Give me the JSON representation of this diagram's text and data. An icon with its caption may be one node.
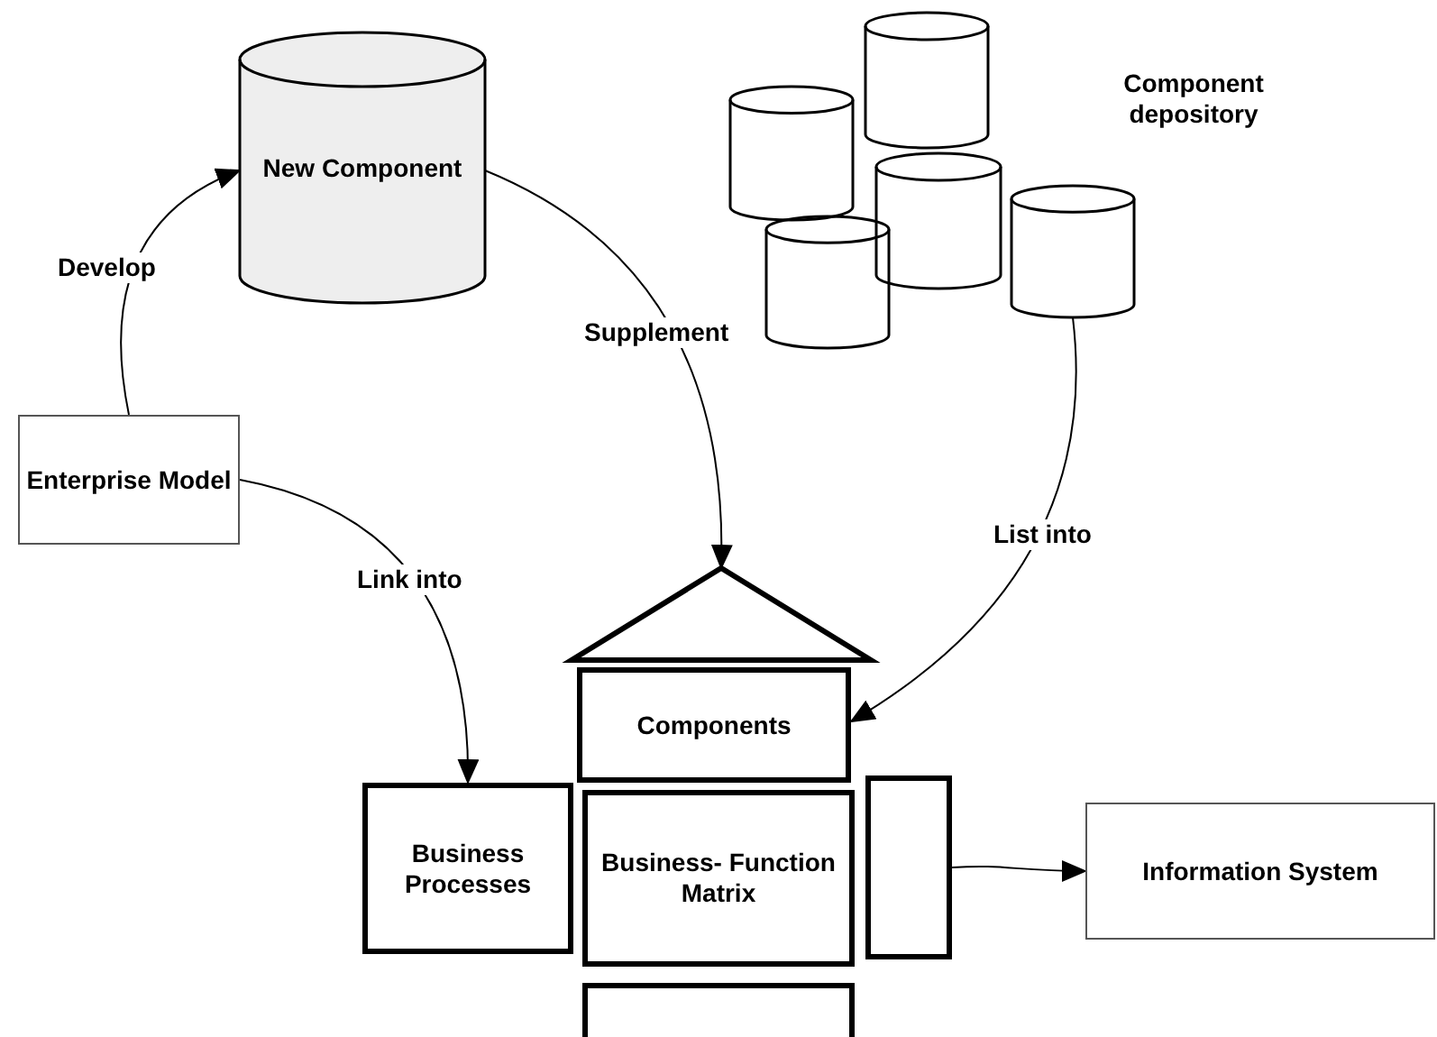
{
  "diagram": {
    "nodes": [
      {
        "text": [
          "New Component"
        ]
      },
      {
        "text": [],
        "shape": "cylinder"
      },
      {
        "text": [],
        "shape": "cylinder"
      },
      {
        "text": [],
        "shape": "cylinder"
      },
      {
        "text": [],
        "shape": "cylinder"
      },
      {
        "text": [],
        "shape": "cylinder"
      },
      {
        "text": [
          "Enterprise Model"
        ]
      },
      {
        "text": [],
        "shape": "triangle"
      },
      {
        "text": [
          "Components"
        ]
      },
      {
        "text": [
          "Business Processes"
        ]
      },
      {
        "text": [
          "Business- Function Matrix"
        ]
      },
      {
        "text": [],
        "shape": "box"
      },
      {
        "text": [
          "Information System"
        ]
      },
      {
        "text": [],
        "shape": "box"
      }
    ],
    "edges": [
      {
        "from": 6,
        "to": 0,
        "arrow": "to",
        "label": "Develop"
      },
      {
        "from": 0,
        "to": 7,
        "arrow": "to",
        "label": "Supplement"
      },
      {
        "from": 5,
        "to": 8,
        "arrow": "to",
        "label": "List into"
      },
      {
        "from": 6,
        "to": 9,
        "arrow": "to",
        "label": "Link into"
      },
      {
        "from": 11,
        "to": 12,
        "arrow": "to"
      }
    ],
    "labels": [
      "Component depository"
    ]
  }
}
